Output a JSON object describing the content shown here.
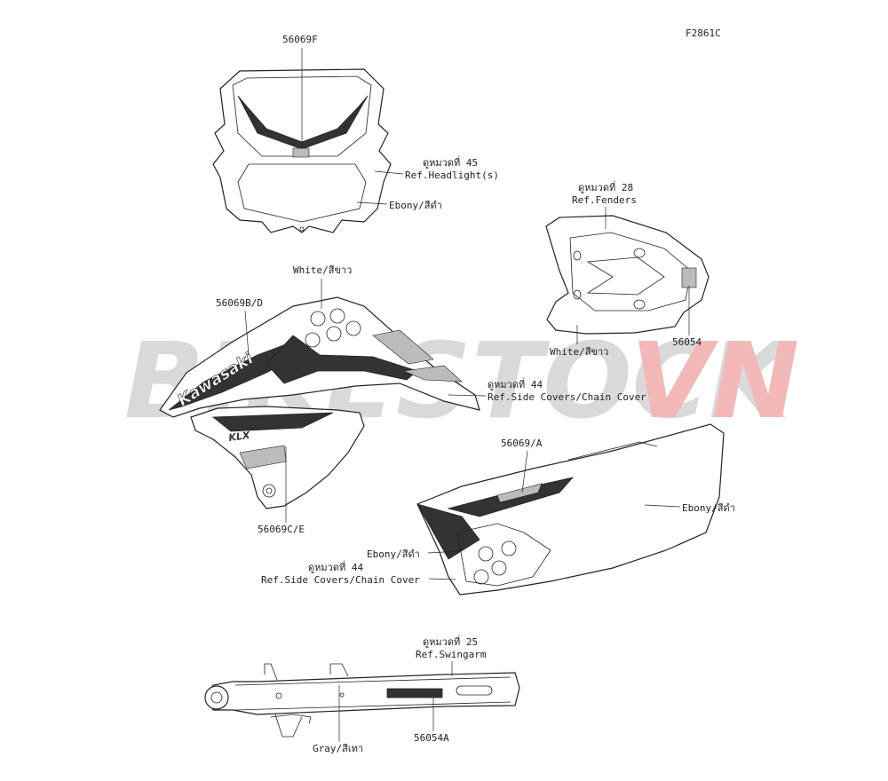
{
  "figure_code": "F2861C",
  "watermark": {
    "part1": "BIKESTOCK",
    "part2": "VN",
    "color1": "#d9d9d9",
    "color2": "#f2b8b8"
  },
  "labels": {
    "headlight_part": "56069F",
    "headlight_ref_th": "ดูหมวดที่ 45",
    "headlight_ref": "Ref.Headlight(s)",
    "headlight_color": "Ebony/สีดำ",
    "fender_ref_th": "ดูหมวดที่ 28",
    "fender_ref": "Ref.Fenders",
    "fender_part": "56054",
    "fender_color": "White/สีขาว",
    "shroud_color": "White/สีขาว",
    "shroud_part_upper": "56069B/D",
    "shroud_ref_th": "ดูหมวดที่ 44",
    "shroud_ref": "Ref.Side Covers/Chain Cover",
    "shroud_part_lower": "56069C/E",
    "shroud_logo": "Kawasaki",
    "shroud_model": "KLX",
    "sidecover_part": "56069/A",
    "sidecover_color_right": "Ebony/สีดำ",
    "sidecover_color_left": "Ebony/สีดำ",
    "sidecover_ref_th": "ดูหมวดที่ 44",
    "sidecover_ref": "Ref.Side Covers/Chain Cover",
    "swingarm_ref_th": "ดูหมวดที่ 25",
    "swingarm_ref": "Ref.Swingarm",
    "swingarm_color": "Gray/สีเทา",
    "swingarm_part": "56054A"
  }
}
